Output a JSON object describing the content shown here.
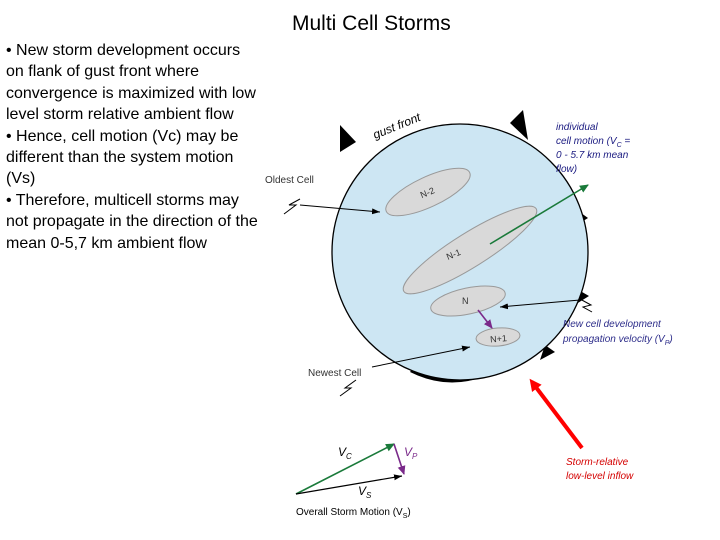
{
  "title": "Multi Cell Storms",
  "bullets": [
    "• New storm development occurs on flank of gust front where convergence is maximized with low level storm relative ambient flow",
    "• Hence, cell motion (Vc) may be different than the system motion (Vs)",
    "• Therefore, multicell storms may not propagate in the direction of the mean 0-5,7 km ambient flow"
  ],
  "diagram": {
    "gust_front_label": "gust front",
    "oldest_cell_label": "Oldest Cell",
    "newest_cell_label": "Newest Cell",
    "cells": [
      "N-2",
      "N-1",
      "N",
      "N+1"
    ],
    "cell_motion_label": [
      "individual",
      "cell motion (V",
      "C",
      " =",
      "0 - 5.7 km mean",
      "flow)"
    ],
    "new_cell_label": [
      "New cell development",
      "propagation velocity (V",
      "P",
      ")"
    ],
    "inflow_label": [
      "Storm-relative",
      "low-level inflow"
    ],
    "vector_vc": "V",
    "vector_vc_sub": "C",
    "vector_vp": "V",
    "vector_vp_sub": "P",
    "vector_vs": "V",
    "vector_vs_sub": "S",
    "overall_motion_label": [
      "Overall Storm Motion (V",
      "S",
      ")"
    ],
    "colors": {
      "storm_fill": "#cde6f3",
      "cell_fill": "#d9d9d9",
      "cell_motion_arrow": "#1a7a3a",
      "propagation_arrow": "#7a2a8a",
      "inflow_arrow": "#ff0000",
      "new_cell_text": "#2d2d8a",
      "inflow_text": "#d40000",
      "cell_motion_text": "#1a1a80"
    }
  }
}
